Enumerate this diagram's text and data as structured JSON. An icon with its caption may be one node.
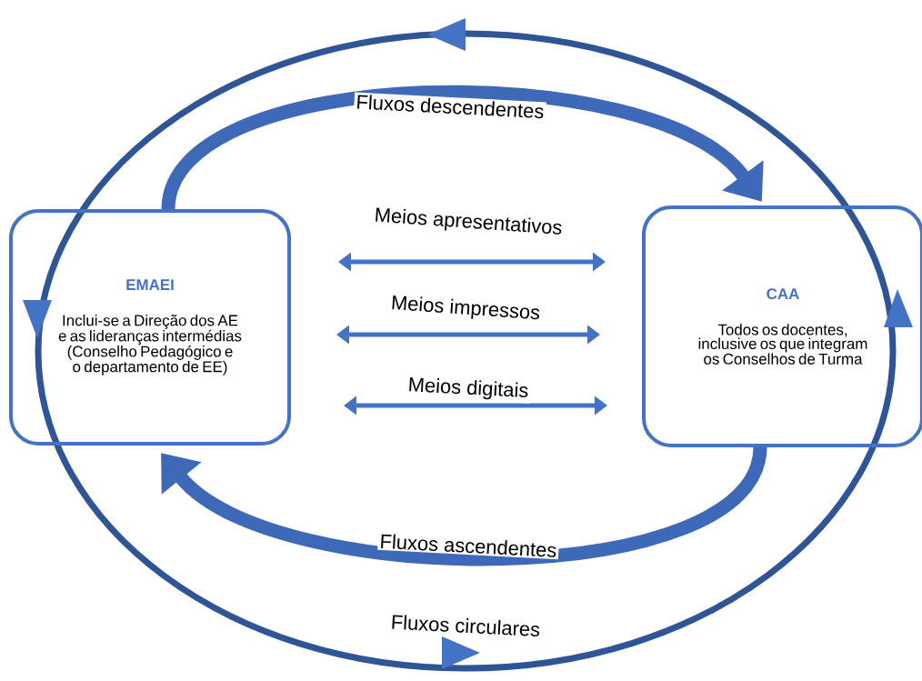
{
  "diagram": {
    "nodes": [
      {
        "text": [
          "EMAEI",
          "Inclui-se a Direção dos AE e as lideranças intermédias (Conselho Pedagógico e o departamento de EE)"
        ]
      },
      {
        "text": [
          "CAA",
          "Todos os docentes, inclusive os que integram os Conselhos de Turma"
        ]
      }
    ],
    "edges": [
      {
        "from": 0,
        "to": 1,
        "arrow": "to",
        "label": "Fluxos descendentes",
        "style": "thick"
      },
      {
        "from": 1,
        "to": 0,
        "arrow": "to",
        "label": "Fluxos ascendentes",
        "style": "thick"
      },
      {
        "from": 0,
        "to": 1,
        "arrow": "both",
        "label": "Meios apresentativos"
      },
      {
        "from": 0,
        "to": 1,
        "arrow": "both",
        "label": "Meios impressos"
      },
      {
        "from": 0,
        "to": 1,
        "arrow": "both",
        "label": "Meios digitais"
      }
    ],
    "labels": [
      "Fluxos circulares"
    ]
  }
}
